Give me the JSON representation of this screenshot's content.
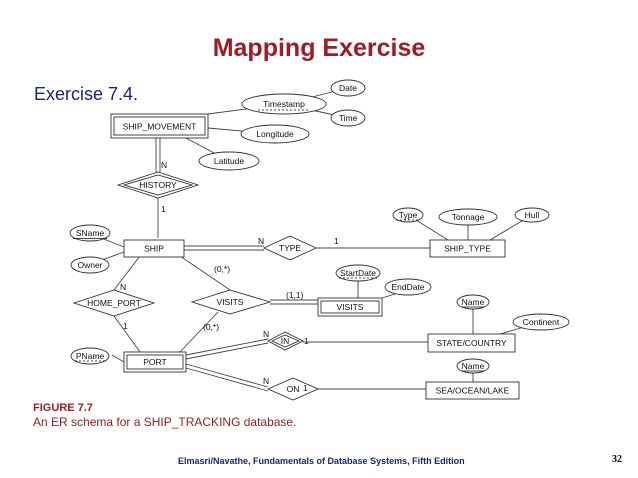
{
  "title": "Mapping Exercise",
  "exercise": "Exercise 7.4.",
  "figure": {
    "label": "FIGURE 7.7",
    "caption": "An ER schema for a SHIP_TRACKING database."
  },
  "footer": "Elmasri/Navathe, Fundamentals of Database Systems, Fifth Edition",
  "page_number": "32",
  "entities": {
    "ship_movement": "SHIP_MOVEMENT",
    "ship": "SHIP",
    "ship_type": "SHIP_TYPE",
    "visits": "VISITS",
    "port": "PORT",
    "state_country": "STATE/COUNTRY",
    "sea_ocean_lake": "SEA/OCEAN/LAKE"
  },
  "relationships": {
    "history": "HISTORY",
    "type": "TYPE",
    "home_port": "HOME_PORT",
    "visits_rel": "VISITS",
    "in": "IN",
    "on": "ON"
  },
  "attributes": {
    "date": "Date",
    "time": "Time",
    "timestamp": "Timestamp",
    "longitude": "Longitude",
    "latitude": "Latitude",
    "sname": "SName",
    "owner": "Owner",
    "type_attr": "Type",
    "tonnage": "Tonnage",
    "hull": "Hull",
    "startdate": "StartDate",
    "enddate": "EndDate",
    "state_name": "Name",
    "continent": "Continent",
    "pname": "PName",
    "sea_name": "Name"
  },
  "cardinalities": {
    "history_n": "N",
    "history_1": "1",
    "type_n": "N",
    "type_1": "1",
    "homeport_n": "N",
    "homeport_1": "1",
    "visits_ship": "(0,*)",
    "visits_visits": "(1,1)",
    "visits_port": "(0,*)",
    "in_n": "N",
    "in_1": "1",
    "on_n": "N",
    "on_1": "1"
  }
}
